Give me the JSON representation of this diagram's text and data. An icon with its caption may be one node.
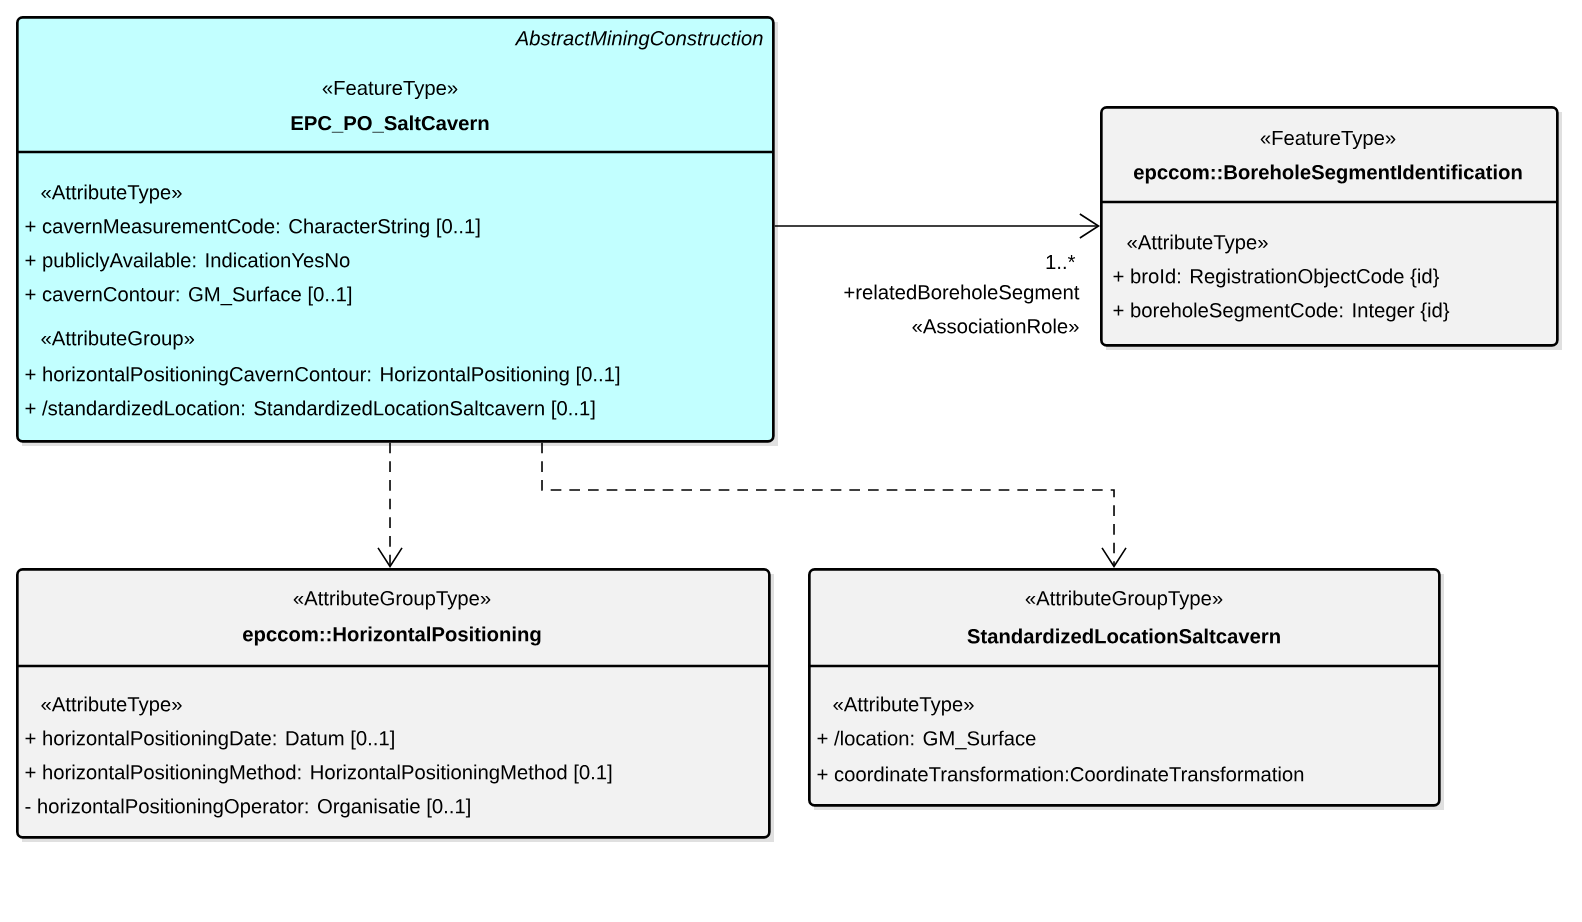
{
  "diagram": {
    "nodes": [
      {
        "text": [
          "AbstractMiningConstruction",
          "«FeatureType»",
          "EPC_PO_SaltCavern",
          "«AttributeType»",
          "+ cavernMeasurementCode: CharacterString [0..1]",
          "+ publiclyAvailable: IndicationYesNo",
          "+ cavernContour: GM_Surface [0..1]",
          "«AttributeGroup»",
          "+ horizontalPositioningCavernContour: HorizontalPositioning [0..1]",
          "+ /standardizedLocation: StandardizedLocationSaltcavern [0..1]"
        ]
      },
      {
        "text": [
          "«FeatureType»",
          "epccom::BoreholeSegmentIdentification",
          "«AttributeType»",
          "+ broId: RegistrationObjectCode {id}",
          "+ boreholeSegmentCode: Integer {id}"
        ]
      },
      {
        "text": [
          "«AttributeGroupType»",
          "epccom::HorizontalPositioning",
          "«AttributeType»",
          "+ horizontalPositioningDate: Datum [0..1]",
          "+ horizontalPositioningMethod: HorizontalPositioningMethod [0.1]",
          "- horizontalPositioningOperator: Organisatie [0..1]"
        ]
      },
      {
        "text": [
          "«AttributeGroupType»",
          "StandardizedLocationSaltcavern",
          "«AttributeType»",
          "+ /location: GM_Surface",
          "+ coordinateTransformation:CoordinateTransformation"
        ]
      }
    ],
    "edges": [
      {
        "from": 0,
        "to": 1,
        "arrow": "to"
      },
      {
        "from": 0,
        "to": 2,
        "arrow": "to",
        "style": "dashed"
      },
      {
        "from": 0,
        "to": 3,
        "arrow": "to",
        "style": "dashed"
      }
    ],
    "labels": [
      "1..*",
      "+relatedBoreholeSegment",
      "«AssociationRole»"
    ]
  }
}
